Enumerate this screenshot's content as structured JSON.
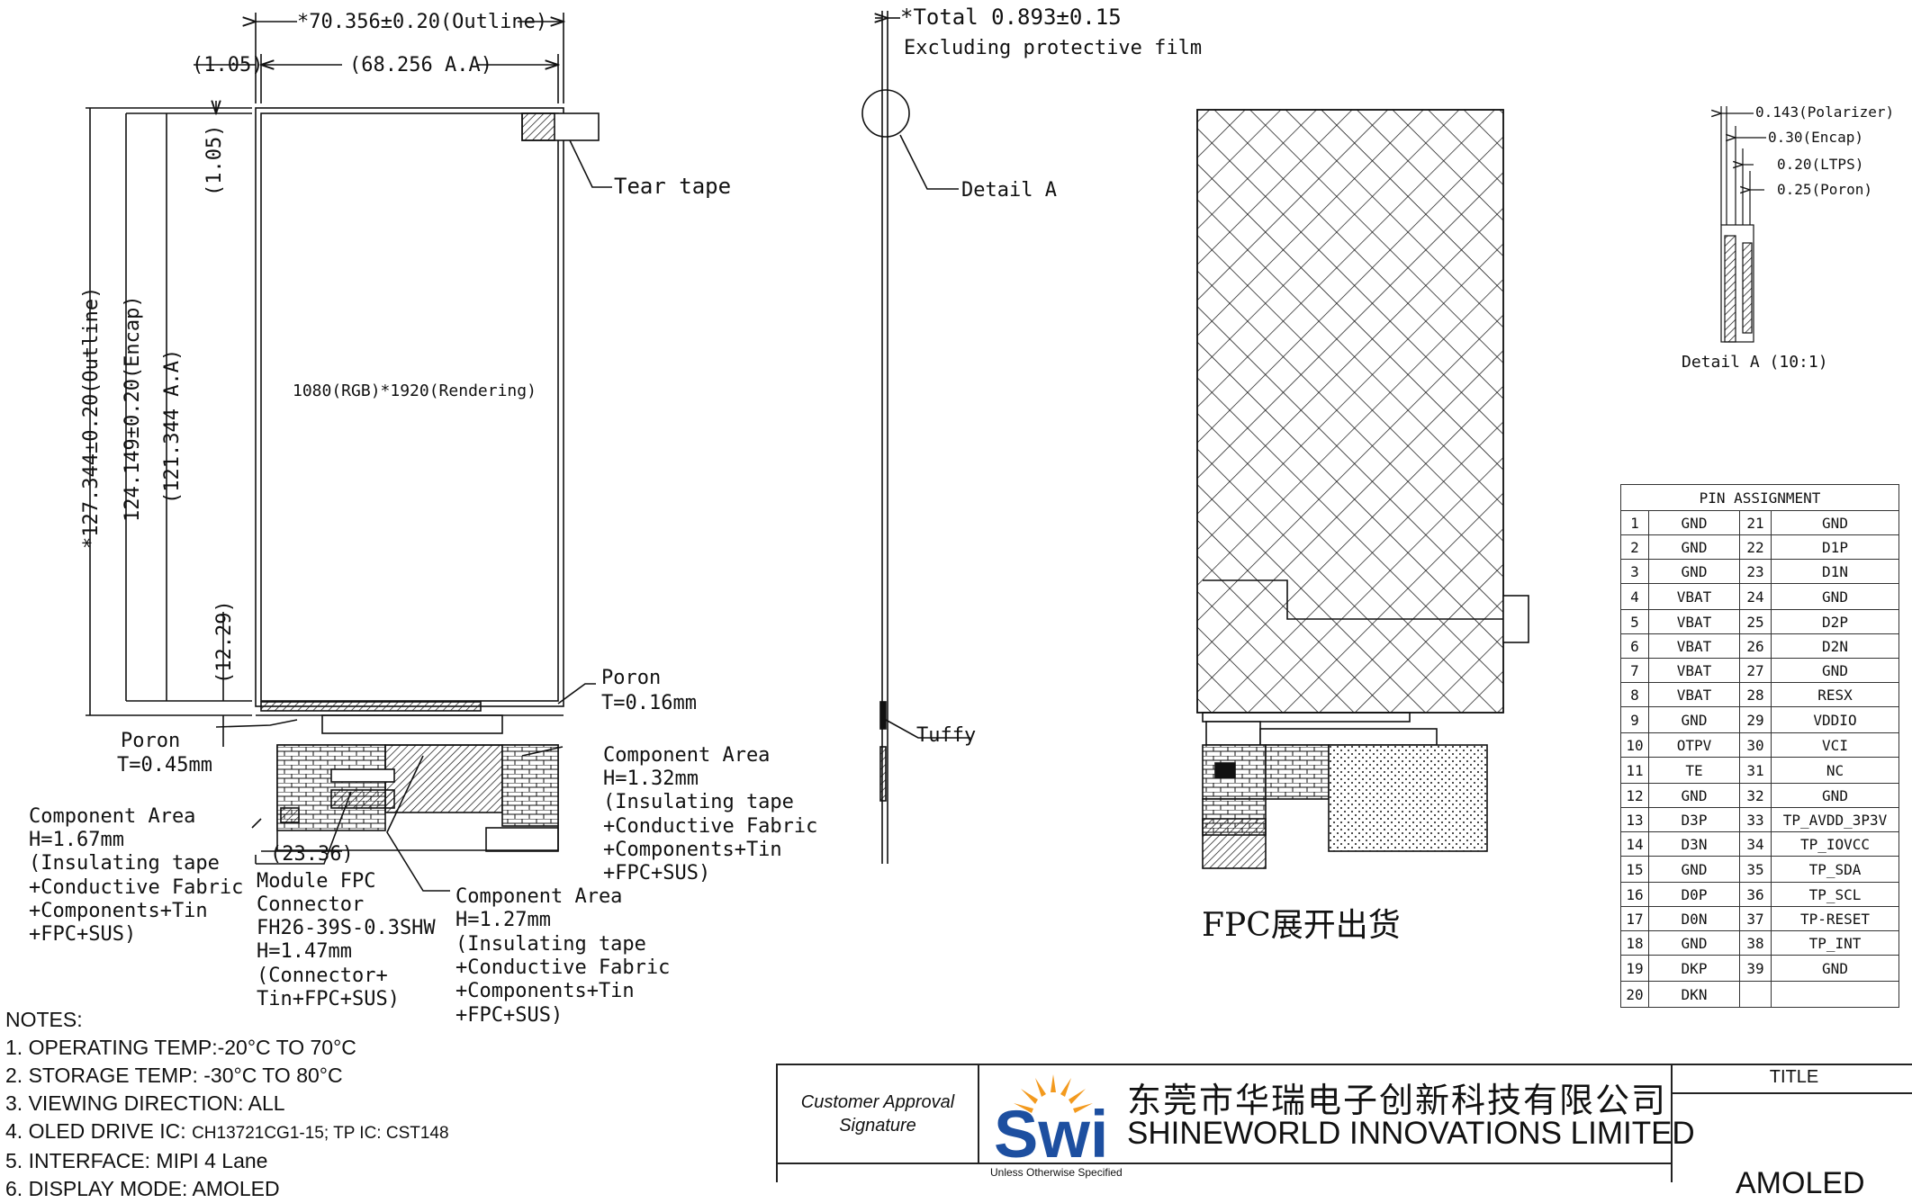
{
  "drawing": {
    "dims": {
      "outline_width": "*70.356±0.20(Outline)",
      "left_offset": "(1.05)",
      "aa_width": "(68.256 A.A)",
      "top_offset": "(1.05)",
      "outline_height": "*127.344±0.20(Outline)",
      "encap_height": "124.149±0.20(Encap)",
      "aa_height": "(121.344 A.A)",
      "bottom_gap": "(12.29)",
      "fpc_offset": "(23.36)",
      "total_thickness": "*Total 0.893±0.15",
      "excluding_film": "Excluding protective film"
    },
    "labels": {
      "tear_tape": "Tear tape",
      "detail_a": "Detail A",
      "resolution": "1080(RGB)*1920(Rendering)",
      "tuffy": "Tuffy",
      "poron_right": [
        "Poron",
        "T=0.16mm"
      ],
      "poron_left": [
        "Poron",
        "T=0.45mm"
      ],
      "component_left": [
        "Component Area",
        "H=1.67mm",
        "(Insulating tape",
        "+Conductive Fabric",
        "+Components+Tin",
        "+FPC+SUS)"
      ],
      "component_right": [
        "Component Area",
        "H=1.32mm",
        "(Insulating tape",
        "+Conductive Fabric",
        "+Components+Tin",
        "+FPC+SUS)"
      ],
      "component_mid": [
        "Component Area",
        "H=1.27mm",
        "(Insulating tape",
        "+Conductive Fabric",
        "+Components+Tin",
        "+FPC+SUS)"
      ],
      "module_fpc": [
        "Module FPC",
        "Connector",
        "FH26-39S-0.3SHW",
        "H=1.47mm",
        "(Connector+",
        "Tin+FPC+SUS)"
      ],
      "fpc_ship": "FPC展开出货",
      "detail_layers": [
        "0.143(Polarizer)",
        "0.30(Encap)",
        "0.20(LTPS)",
        "0.25(Poron)"
      ],
      "detail_caption": "Detail A (10:1)"
    }
  },
  "pin_assignment": {
    "title": "PIN ASSIGNMENT",
    "rows": [
      {
        "n1": "1",
        "s1": "GND",
        "n2": "21",
        "s2": "GND"
      },
      {
        "n1": "2",
        "s1": "GND",
        "n2": "22",
        "s2": "D1P"
      },
      {
        "n1": "3",
        "s1": "GND",
        "n2": "23",
        "s2": "D1N"
      },
      {
        "n1": "4",
        "s1": "VBAT",
        "n2": "24",
        "s2": "GND"
      },
      {
        "n1": "5",
        "s1": "VBAT",
        "n2": "25",
        "s2": "D2P"
      },
      {
        "n1": "6",
        "s1": "VBAT",
        "n2": "26",
        "s2": "D2N"
      },
      {
        "n1": "7",
        "s1": "VBAT",
        "n2": "27",
        "s2": "GND"
      },
      {
        "n1": "8",
        "s1": "VBAT",
        "n2": "28",
        "s2": "RESX"
      },
      {
        "n1": "9",
        "s1": "GND",
        "n2": "29",
        "s2": "VDDIO"
      },
      {
        "n1": "10",
        "s1": "OTPV",
        "n2": "30",
        "s2": "VCI"
      },
      {
        "n1": "11",
        "s1": "TE",
        "n2": "31",
        "s2": "NC"
      },
      {
        "n1": "12",
        "s1": "GND",
        "n2": "32",
        "s2": "GND"
      },
      {
        "n1": "13",
        "s1": "D3P",
        "n2": "33",
        "s2": "TP_AVDD_3P3V"
      },
      {
        "n1": "14",
        "s1": "D3N",
        "n2": "34",
        "s2": "TP_IOVCC"
      },
      {
        "n1": "15",
        "s1": "GND",
        "n2": "35",
        "s2": "TP_SDA"
      },
      {
        "n1": "16",
        "s1": "D0P",
        "n2": "36",
        "s2": "TP_SCL"
      },
      {
        "n1": "17",
        "s1": "D0N",
        "n2": "37",
        "s2": "TP-RESET"
      },
      {
        "n1": "18",
        "s1": "GND",
        "n2": "38",
        "s2": "TP_INT"
      },
      {
        "n1": "19",
        "s1": "DKP",
        "n2": "39",
        "s2": "GND"
      },
      {
        "n1": "20",
        "s1": "DKN",
        "n2": "",
        "s2": ""
      }
    ]
  },
  "notes": {
    "heading": "NOTES:",
    "items": [
      {
        "main": "1. OPERATING TEMP:-20°C TO 70°C",
        "extra": ""
      },
      {
        "main": "2. STORAGE TEMP: -30°C TO 80°C",
        "extra": ""
      },
      {
        "main": "3. VIEWING DIRECTION: ALL",
        "extra": ""
      },
      {
        "main": "4. OLED DRIVE IC: ",
        "extra": "CH13721CG1-15;  TP IC: CST148"
      },
      {
        "main": "5. INTERFACE: MIPI 4 Lane",
        "extra": ""
      },
      {
        "main": "6. DISPLAY MODE: AMOLED",
        "extra": ""
      }
    ]
  },
  "title_block": {
    "approval_line1": "Customer Approval",
    "approval_line2": "Signature",
    "logo_text": "Swi",
    "company_cn": "东莞市华瑞电子创新科技有限公司",
    "company_en": "SHINEWORLD INNOVATIONS LIMITED",
    "title_label": "TITLE",
    "title_value": "AMOLED",
    "unless_text": "Unless Otherwise Specified"
  },
  "colors": {
    "line": "#111111",
    "logo_blue": "#1d4fa0",
    "logo_orange": "#f39a1e"
  }
}
